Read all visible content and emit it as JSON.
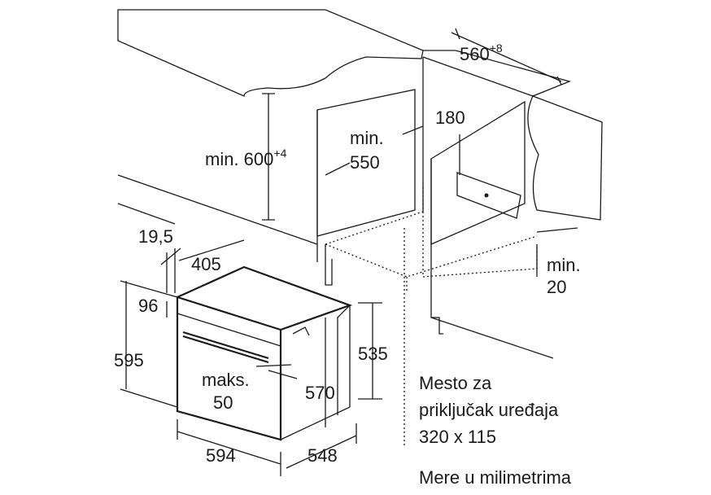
{
  "dimensions": {
    "width_niche": "560",
    "width_niche_tol": "+8",
    "cutout_depth": "180",
    "min_depth_label": "min.",
    "min_depth_value": "550",
    "min_height": "min. 600",
    "min_height_tol": "+4",
    "front_offset": "19,5",
    "front_depth": "405",
    "panel_height": "96",
    "oven_height": "595",
    "body_height_side": "535",
    "max_label": "maks.",
    "max_value": "50",
    "body_height": "570",
    "oven_width": "594",
    "oven_depth": "548",
    "min_gap_label": "min.",
    "min_gap_value": "20"
  },
  "notes": {
    "connection_line1": "Mesto za",
    "connection_line2": "priključak uređaja",
    "connection_line3": "320 x 115",
    "units": "Mere u milimetrima"
  }
}
